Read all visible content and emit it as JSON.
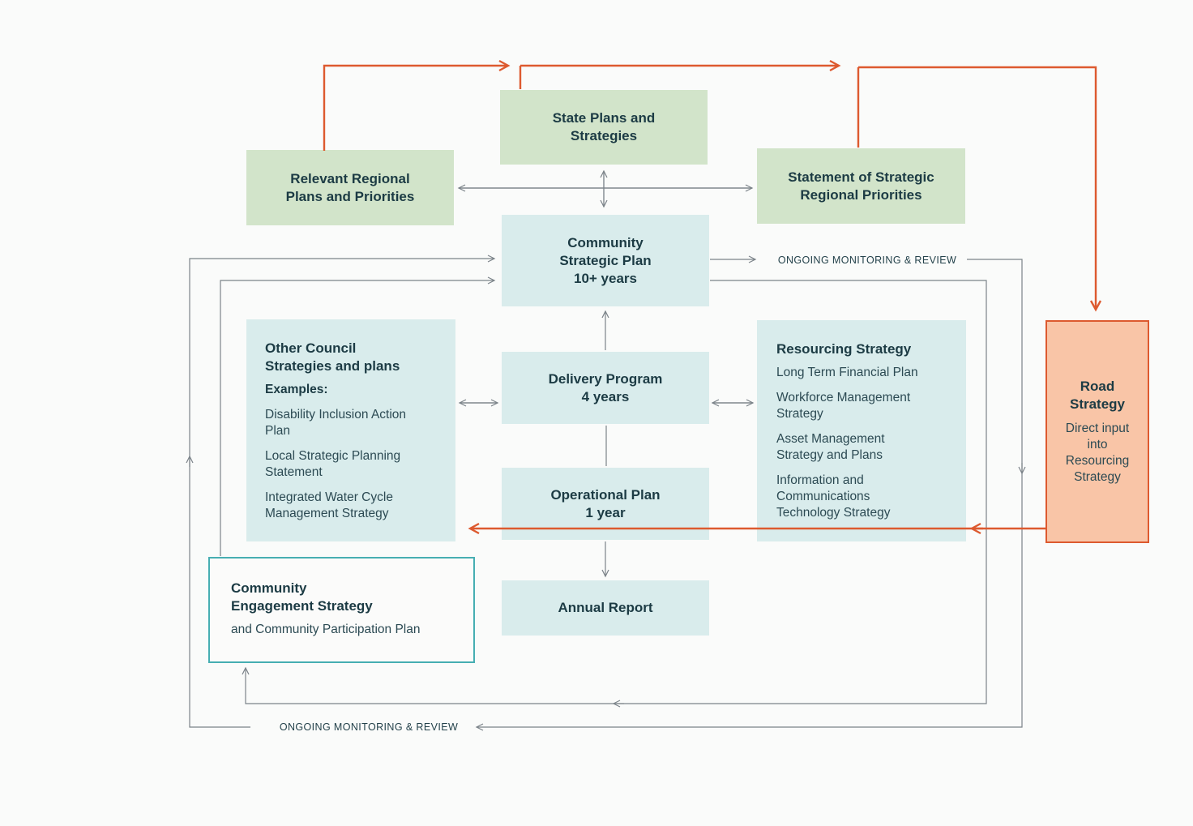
{
  "diagram": {
    "boxes": {
      "state_plans": {
        "title": "State Plans and\nStrategies"
      },
      "relevant_regional": {
        "title": "Relevant Regional\nPlans and Priorities"
      },
      "statement_regional": {
        "title": "Statement of Strategic\nRegional Priorities"
      },
      "community_strategic_plan": {
        "title": "Community\nStrategic Plan\n10+ years"
      },
      "other_council": {
        "title": "Other Council\nStrategies and plans",
        "subtitle": "Examples:",
        "items": [
          "Disability Inclusion Action Plan",
          "Local Strategic Planning Statement",
          "Integrated Water Cycle Management Strategy"
        ]
      },
      "delivery_program": {
        "title": "Delivery Program\n4 years"
      },
      "resourcing_strategy": {
        "title": "Resourcing Strategy",
        "items": [
          "Long Term Financial Plan",
          "Workforce Management Strategy",
          "Asset Management Strategy and Plans",
          "Information and Communications Technology Strategy"
        ]
      },
      "operational_plan": {
        "title": "Operational Plan\n1 year"
      },
      "annual_report": {
        "title": "Annual Report"
      },
      "community_engagement": {
        "title": "Community\nEngagement Strategy",
        "subtitle": "and Community Participation Plan"
      },
      "road_strategy": {
        "title": "Road\nStrategy",
        "subtitle": "Direct input\ninto\nResourcing\nStrategy"
      }
    },
    "labels": {
      "monitoring_top": "ONGOING MONITORING & REVIEW",
      "monitoring_bottom": "ONGOING MONITORING & REVIEW"
    },
    "colors": {
      "green_box": "#d2e4ca",
      "blue_box": "#d9ecec",
      "salmon_box": "#f9c5a7",
      "orange_line": "#dd5a2f",
      "teal_border": "#46aeb2",
      "gray_line": "#7b8389",
      "text_dark": "#1c3b44"
    }
  }
}
